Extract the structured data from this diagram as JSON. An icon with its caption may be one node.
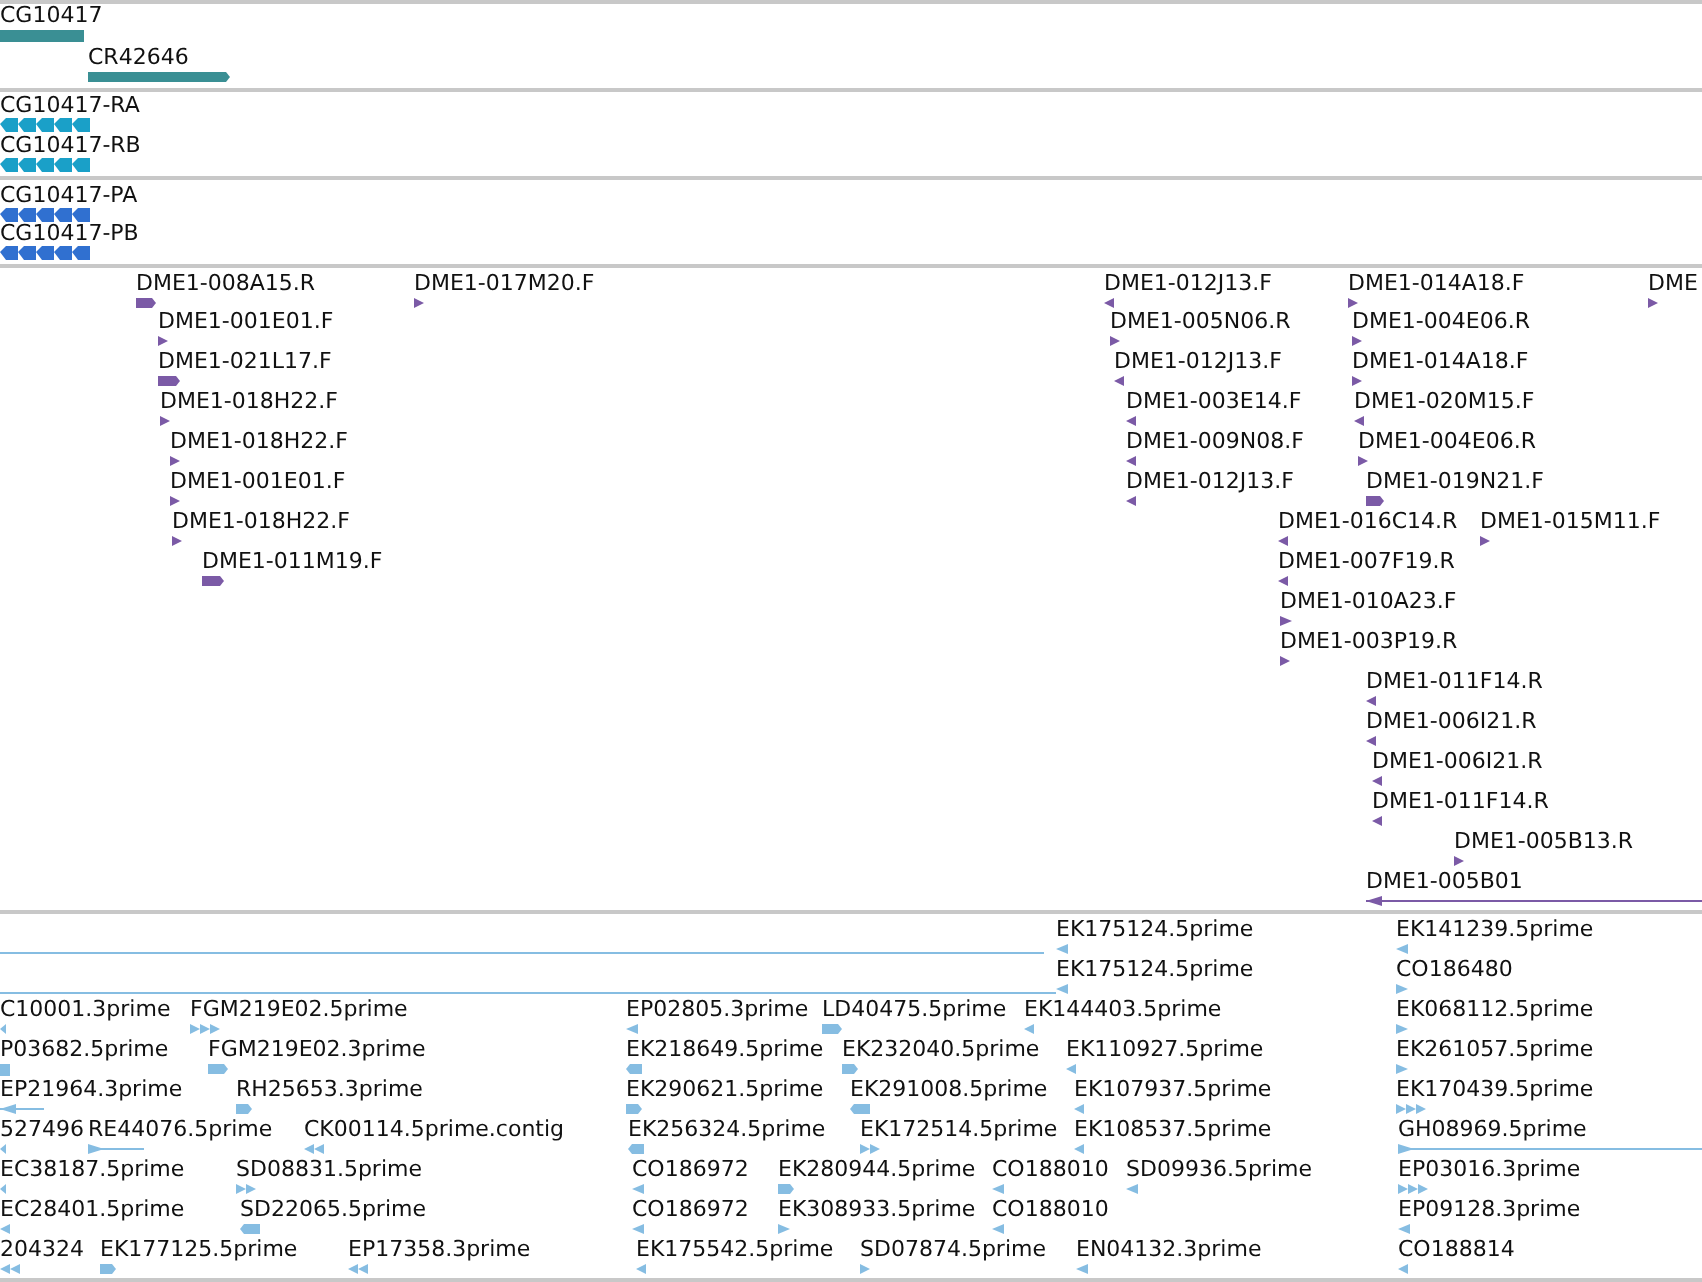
{
  "diagram": {
    "labels": [
      "CG10417",
      "CR42646",
      "CG10417-RA",
      "CG10417-RB",
      "CG10417-PA",
      "CG10417-PB",
      "DME1-008A15.R",
      "DME1-017M20.F",
      "DME1-012J13.F",
      "DME1-014A18.F",
      "DME",
      "DME1-001E01.F",
      "DME1-005N06.R",
      "DME1-004E06.R",
      "DME1-021L17.F",
      "DME1-012J13.F",
      "DME1-014A18.F",
      "DME1-018H22.F",
      "DME1-003E14.F",
      "DME1-020M15.F",
      "DME1-018H22.F",
      "DME1-009N08.F",
      "DME1-004E06.R",
      "DME1-001E01.F",
      "DME1-012J13.F",
      "DME1-019N21.F",
      "DME1-018H22.F",
      "DME1-016C14.R",
      "DME1-015M11.F",
      "DME1-011M19.F",
      "DME1-007F19.R",
      "DME1-010A23.F",
      "DME1-003P19.R",
      "DME1-011F14.R",
      "DME1-006I21.R",
      "DME1-006I21.R",
      "DME1-011F14.R",
      "DME1-005B13.R",
      "DME1-005B01",
      "EK175124.5prime",
      "EK141239.5prime",
      "EK175124.5prime",
      "CO186480",
      "C10001.3prime",
      "FGM219E02.5prime",
      "EP02805.3prime",
      "LD40475.5prime",
      "EK144403.5prime",
      "EK068112.5prime",
      "P03682.5prime",
      "FGM219E02.3prime",
      "EK218649.5prime",
      "EK232040.5prime",
      "EK110927.5prime",
      "EK261057.5prime",
      "EP21964.3prime",
      "RH25653.3prime",
      "EK290621.5prime",
      "EK291008.5prime",
      "EK107937.5prime",
      "EK170439.5prime",
      "527496",
      "RE44076.5prime",
      "CK00114.5prime.contig",
      "EK256324.5prime",
      "EK172514.5prime",
      "EK108537.5prime",
      "GH08969.5prime",
      "EC38187.5prime",
      "SD08831.5prime",
      "CO186972",
      "EK280944.5prime",
      "CO188010",
      "SD09936.5prime",
      "EP03016.3prime",
      "EC28401.5prime",
      "SD22065.5prime",
      "CO186972",
      "EK308933.5prime",
      "CO188010",
      "EP09128.3prime",
      "204324",
      "EK177125.5prime",
      "EP17358.3prime",
      "EK175542.5prime",
      "SD07874.5prime",
      "EN04132.3prime",
      "CO188814"
    ]
  }
}
